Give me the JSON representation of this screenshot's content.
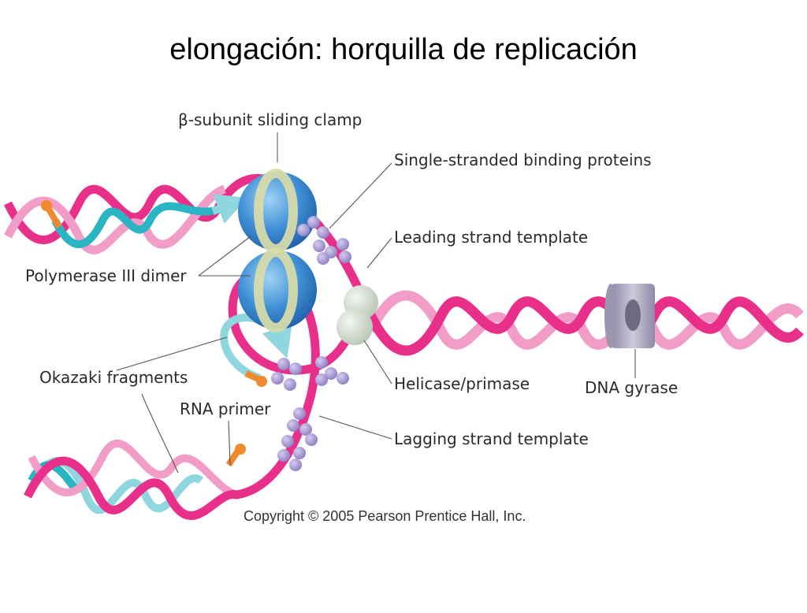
{
  "slide": {
    "title": "elongación: horquilla de replicación",
    "copyright": "Copyright © 2005 Pearson Prentice Hall, Inc."
  },
  "labels": {
    "beta_clamp": "β-subunit sliding clamp",
    "ssb": "Single-stranded binding proteins",
    "leading_template": "Leading strand template",
    "polymerase": "Polymerase III dimer",
    "helicase": "Helicase/primase",
    "gyrase": "DNA gyrase",
    "okazaki": "Okazaki fragments",
    "rna_primer": "RNA primer",
    "lagging_template": "Lagging strand template"
  },
  "colors": {
    "template_strand": "#e8308a",
    "parental_strand": "#f29cc8",
    "new_strand": "#2ab5c4",
    "new_strand_light": "#8fd6df",
    "rna_primer": "#f08a2c",
    "polymerase": "#3f8fd6",
    "clamp": "#d9dca8",
    "ssb": "#a89ad4",
    "helicase": "#dfe6dc",
    "gyrase": "#a8a4bc"
  }
}
